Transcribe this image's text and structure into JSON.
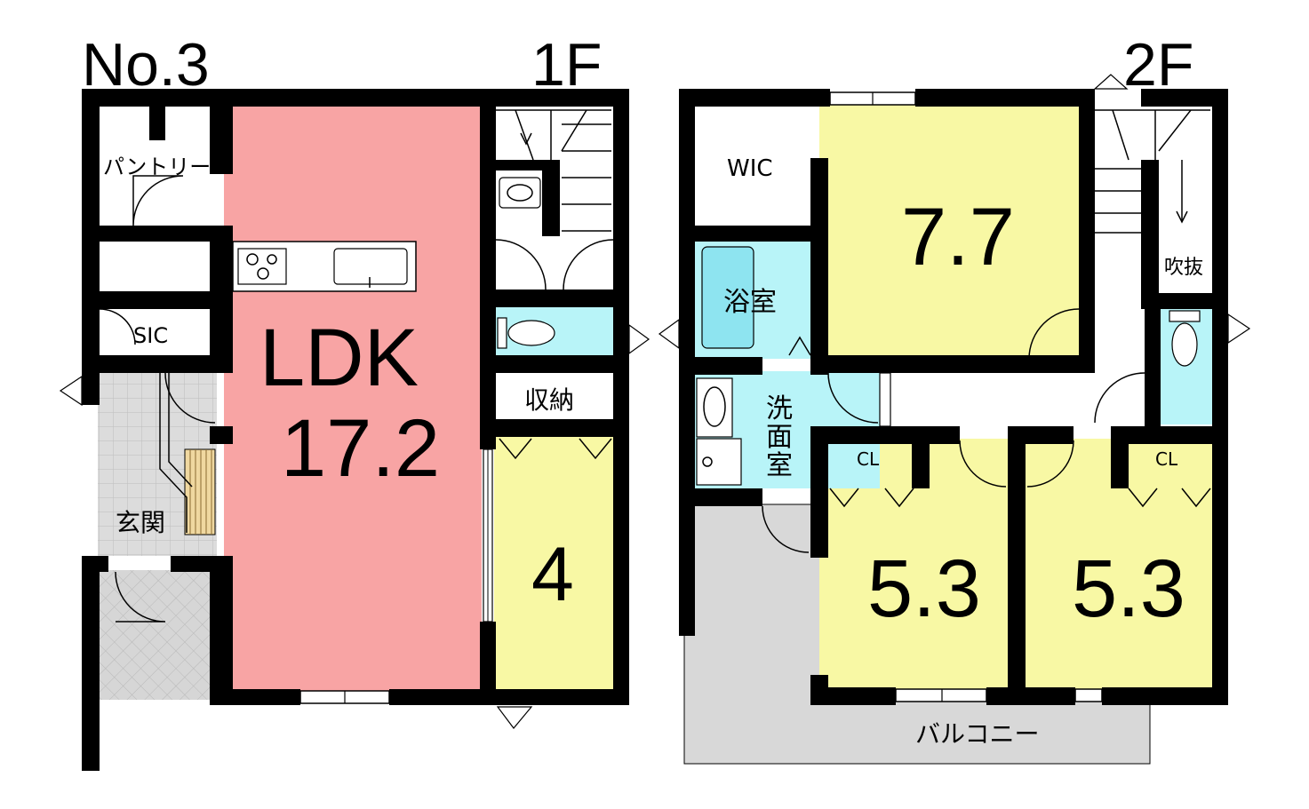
{
  "plan_no": "No.3",
  "floor1": {
    "label": "1F",
    "rooms": {
      "pantry": "パントリー",
      "sic": "SIC",
      "genkan": "玄関",
      "ldk_name": "LDK",
      "ldk_size": "17.2",
      "storage": "収納",
      "room4": "4"
    }
  },
  "floor2": {
    "label": "2F",
    "rooms": {
      "wic": "WIC",
      "room77": "7.7",
      "bath": "浴室",
      "fukinuke": "吹抜",
      "washroom": "洗面室",
      "cl1": "CL",
      "cl2": "CL",
      "room53a": "5.3",
      "room53b": "5.3",
      "balcony": "バルコニー"
    }
  },
  "colors": {
    "ldk": "#f8a4a4",
    "bedroom": "#f8f8a4",
    "water": "#b8f4f8",
    "entrance": "#dcdcdc",
    "balcony": "#d8d8d8",
    "wall": "#000000"
  }
}
